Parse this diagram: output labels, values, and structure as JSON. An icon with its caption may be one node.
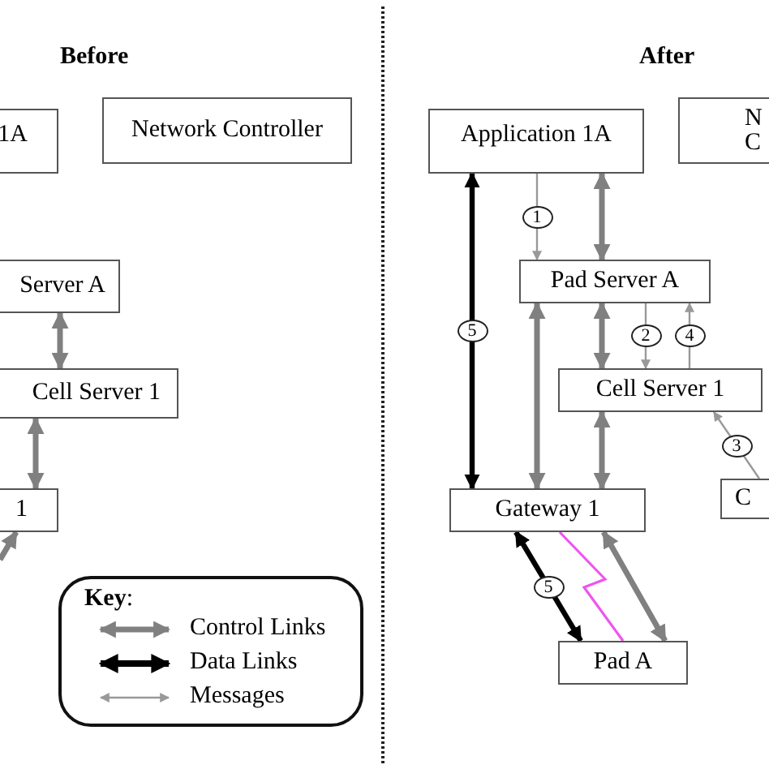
{
  "diagram": {
    "nodes": [
      {
        "text": [
          "1A"
        ]
      },
      {
        "text": [
          "Network Controller"
        ]
      },
      {
        "text": [
          "Server A"
        ]
      },
      {
        "text": [
          "Cell Server 1"
        ]
      },
      {
        "text": [
          "1"
        ]
      },
      {
        "text": [
          "Application 1A"
        ]
      },
      {
        "text": [
          "N C"
        ]
      },
      {
        "text": [
          "Pad Server A"
        ]
      },
      {
        "text": [
          "Cell Server 1"
        ]
      },
      {
        "text": [
          "Gateway 1"
        ]
      },
      {
        "text": [
          "C"
        ]
      },
      {
        "text": [
          "Pad A"
        ]
      }
    ],
    "edges": [
      {
        "from": 2,
        "to": 3,
        "arrow": "both"
      },
      {
        "from": 3,
        "to": 4,
        "arrow": "both"
      },
      {
        "from": null,
        "to": 4,
        "arrow": "to"
      },
      {
        "from": 9,
        "to": 5,
        "arrow": "both",
        "label": "5",
        "color": "#000000"
      },
      {
        "from": 5,
        "to": 7,
        "arrow": "to",
        "label": "1",
        "color": "#999999"
      },
      {
        "from": 5,
        "to": 7,
        "arrow": "both"
      },
      {
        "from": 7,
        "to": 9,
        "arrow": "both"
      },
      {
        "from": 7,
        "to": 8,
        "arrow": "both"
      },
      {
        "from": 7,
        "to": 8,
        "arrow": "to",
        "label": "2",
        "color": "#999999"
      },
      {
        "from": 8,
        "to": 7,
        "arrow": "to",
        "label": "4",
        "color": "#999999"
      },
      {
        "from": 10,
        "to": 8,
        "arrow": "to",
        "label": "3",
        "color": "#999999"
      },
      {
        "from": 8,
        "to": 9,
        "arrow": "both"
      },
      {
        "from": 9,
        "to": 11,
        "arrow": "both",
        "label": "5",
        "color": "#000000"
      },
      {
        "from": 9,
        "to": 11,
        "arrow": "none",
        "color": "#ee55ee"
      },
      {
        "from": 9,
        "to": 11,
        "arrow": "both"
      }
    ],
    "labels": [
      "Before",
      "After",
      "**Key**:"
    ],
    "legend": [
      {
        "text": "Control Links"
      },
      {
        "text": "Data Links"
      },
      {
        "text": "Messages"
      }
    ]
  }
}
